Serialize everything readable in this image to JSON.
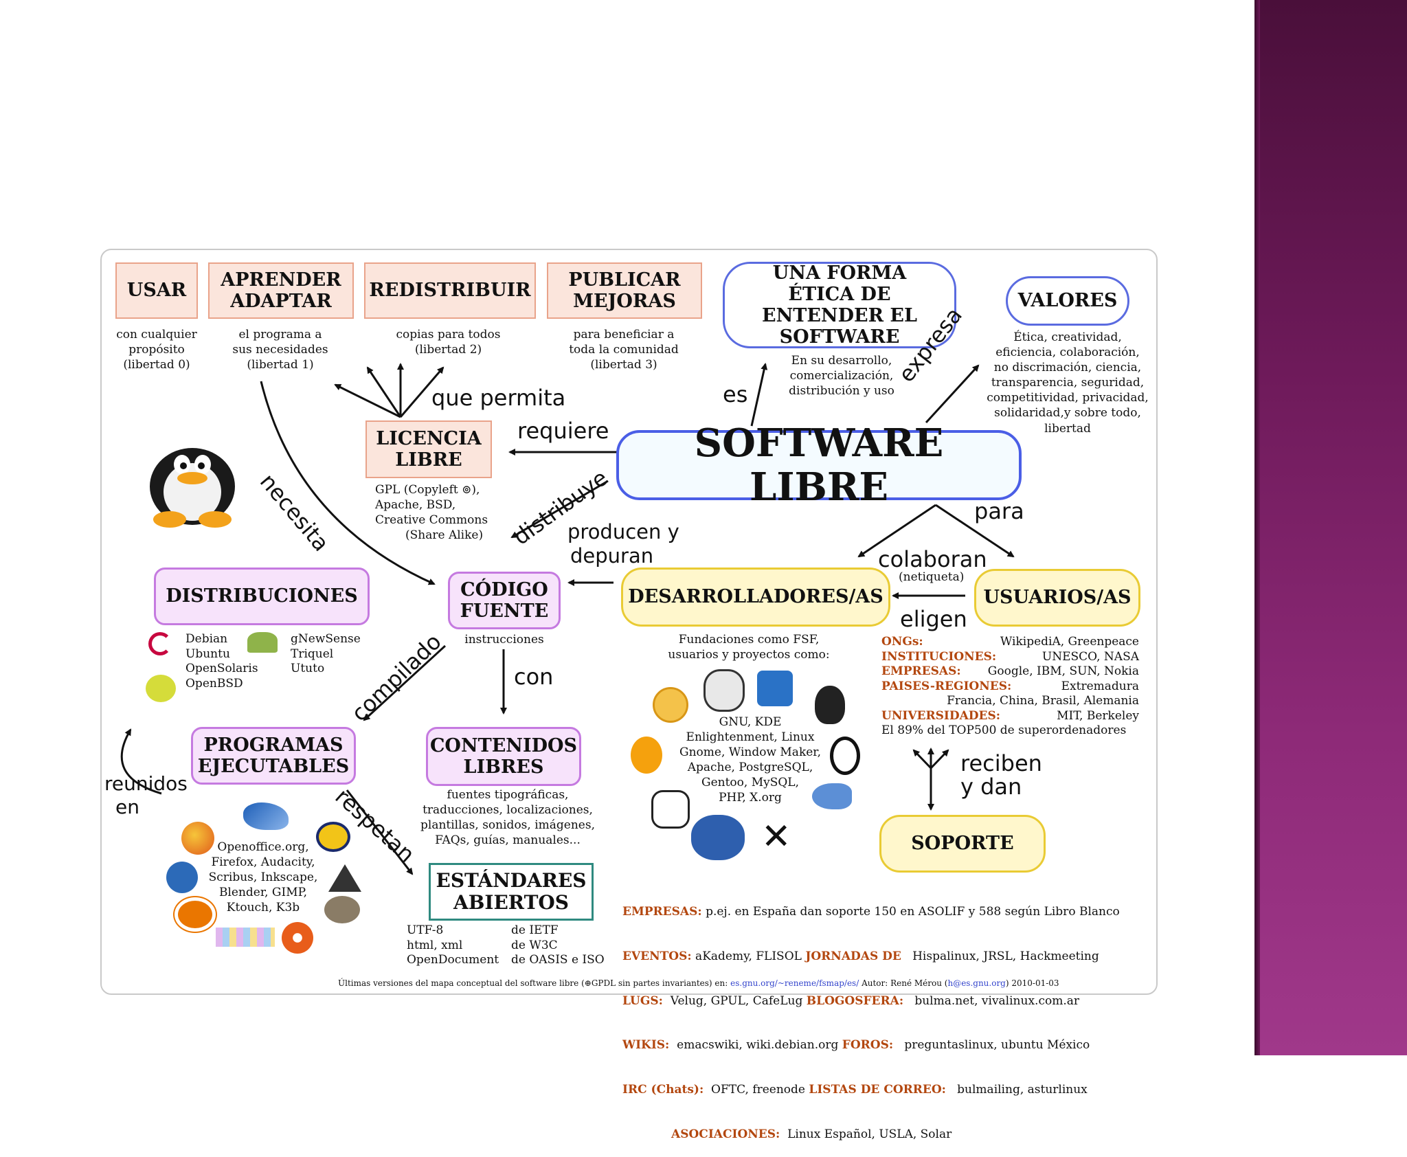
{
  "central": {
    "title": "SOFTWARE LIBRE"
  },
  "freedoms": [
    {
      "label": "USAR",
      "desc": [
        "con cualquier",
        "propósito",
        "(libertad 0)"
      ]
    },
    {
      "label": "APRENDER ADAPTAR",
      "desc": [
        "el programa a",
        "sus necesidades",
        "(libertad 1)"
      ]
    },
    {
      "label": "REDISTRIBUIR",
      "desc": [
        "copias para todos",
        "(libertad 2)"
      ]
    },
    {
      "label": "PUBLICAR MEJORAS",
      "desc": [
        "para beneficiar a",
        "toda la comunidad",
        "(libertad 3)"
      ]
    }
  ],
  "ethics": {
    "label": "UNA FORMA ÉTICA DE ENTENDER EL SOFTWARE",
    "desc": [
      "En su desarrollo,",
      "comercialización,",
      "distribución y uso"
    ]
  },
  "valores": {
    "label": "VALORES",
    "desc": [
      "Ética, creatividad,",
      "eficiencia, colaboración,",
      "no discrimación, ciencia,",
      "transparencia, seguridad,",
      "competitividad, privacidad,",
      "solidaridad,y sobre todo,",
      "libertad"
    ]
  },
  "licencia": {
    "label": "LICENCIA LIBRE",
    "desc": [
      "GPL (Copyleft ⊚),",
      "Apache, BSD,",
      "Creative Commons",
      "(Share Alike)"
    ]
  },
  "codigo": {
    "label": "CÓDIGO FUENTE",
    "desc": "instrucciones"
  },
  "distribuciones": {
    "label": "DISTRIBUCIONES",
    "col1": [
      "Debian",
      "Ubuntu",
      "OpenSolaris",
      "OpenBSD"
    ],
    "col2": [
      "gNewSense",
      "Triquel",
      "Ututo"
    ]
  },
  "programas": {
    "label": "PROGRAMAS EJECUTABLES",
    "desc": [
      "Openoffice.org,",
      "Firefox, Audacity,",
      "Scribus, Inkscape,",
      "Blender, GIMP,",
      "Ktouch, K3b"
    ]
  },
  "contenidos": {
    "label": "CONTENIDOS LIBRES",
    "desc": [
      "fuentes tipográficas,",
      "traducciones, localizaciones,",
      "plantillas, sonidos, imágenes,",
      "FAQs, guías, manuales..."
    ]
  },
  "estandares": {
    "label": "ESTÁNDARES ABIERTOS",
    "col1": [
      "UTF-8",
      "html, xml",
      "OpenDocument"
    ],
    "col2": [
      "de IETF",
      "de W3C",
      "de OASIS e ISO"
    ]
  },
  "desarrolladores": {
    "label": "DESARROLLADORES/AS",
    "desc": [
      "Fundaciones como FSF,",
      "usuarios y proyectos como:"
    ],
    "projects": [
      "GNU, KDE",
      "Enlightenment, Linux",
      "Gnome, Window Maker,",
      "Apache, PostgreSQL,",
      "Gentoo, MySQL,",
      "PHP, X.org"
    ]
  },
  "usuarios": {
    "label": "USUARIOS/AS",
    "rows": [
      {
        "key": "ONGs:",
        "value": "WikipediA, Greenpeace"
      },
      {
        "key": "INSTITUCIONES:",
        "value": "UNESCO, NASA"
      },
      {
        "key": "EMPRESAS:",
        "value": "Google, IBM, SUN, Nokia"
      },
      {
        "key": "PAISES-REGIONES:",
        "value": "Extremadura"
      },
      {
        "key": "",
        "value": "Francia, China, Brasil, Alemania"
      },
      {
        "key": "UNIVERSIDADES:",
        "value": "MIT, Berkeley"
      }
    ],
    "top500": "El 89% del TOP500 de superordenadores"
  },
  "soporte": {
    "label": "SOPORTE",
    "lines": [
      [
        {
          "k": "EMPRESAS:",
          "v": " p.ej. en España dan soporte 150 en ASOLIF y 588 según Libro Blanco"
        }
      ],
      [
        {
          "k": "EVENTOS:",
          "v": " aKademy, FLISOL "
        },
        {
          "k": "JORNADAS DE",
          "v": "   Hispalinux, JRSL, Hackmeeting"
        }
      ],
      [
        {
          "k": "LUGS:",
          "v": "  Velug, GPUL, CafeLug "
        },
        {
          "k": "BLOGOSFERA:",
          "v": "   bulma.net, vivalinux.com.ar"
        }
      ],
      [
        {
          "k": "WIKIS:",
          "v": "  emacswiki, wiki.debian.org "
        },
        {
          "k": "FOROS:",
          "v": "   preguntaslinux, ubuntu México"
        }
      ],
      [
        {
          "k": "IRC (Chats):",
          "v": "  OFTC, freenode "
        },
        {
          "k": "LISTAS DE CORREO:",
          "v": "   bulmailing, asturlinux"
        }
      ],
      [
        {
          "k": "            ASOCIACIONES:",
          "v": "  Linux Español, USLA, Solar"
        }
      ]
    ]
  },
  "verbs": {
    "que_permita": "que permita",
    "requiere": "requiere",
    "es": "es",
    "expresa": "expresa",
    "necesita": "necesita",
    "distribuye": "distribuye",
    "producen": "producen y",
    "depuran": "depuran",
    "para": "para",
    "colaboran": "colaboran",
    "netiqueta": "(netiqueta)",
    "eligen": "eligen",
    "compilado": "compilado",
    "con": "con",
    "reunidos": "reunidos",
    "en": "en",
    "respetan": "respetan",
    "reciben": "reciben",
    "y_dan": "y dan"
  },
  "footer": {
    "text": "Últimas versiones del mapa conceptual del software libre (⊕GPDL sin partes invariantes) en: ",
    "link": "es.gnu.org/~reneme/fsmap/es/",
    "author": "  Autor: René Mérou (",
    "email": "h@es.gnu.org",
    "date": ") 2010-01-03"
  },
  "colors": {
    "sidebar": "#7a1f66",
    "freedom_fill": "#fbe5dc",
    "ethics_border": "#5a6be0",
    "purple_border": "#c57ae0",
    "yellow_border": "#e9cb34",
    "org_text": "#b3470f"
  }
}
